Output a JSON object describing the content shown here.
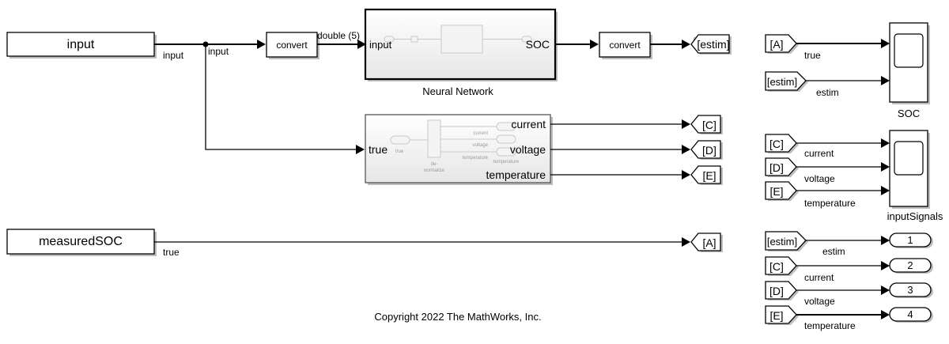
{
  "diagram": {
    "inports": [
      {
        "name": "input",
        "signal": "input"
      },
      {
        "name": "measuredSOC",
        "signal": "true"
      }
    ],
    "branch_signal": "input",
    "convert_in": {
      "label": "convert",
      "out_signal": "double (5)"
    },
    "neural_network": {
      "title": "Neural Network",
      "in_port": "input",
      "out_port": "SOC"
    },
    "convert_out": {
      "label": "convert"
    },
    "goto_estim": "[estim]",
    "denormalize": {
      "in_port": "true",
      "out_ports": [
        "current",
        "voltage",
        "temperature"
      ],
      "inner": {
        "inport": "true",
        "block": "de-\nnormalize",
        "block_line1": "de-",
        "block_line2": "normalize",
        "signals": [
          "current",
          "voltage",
          "temperature"
        ],
        "outport_hint": "temperature"
      }
    },
    "gotos": [
      "[C]",
      "[D]",
      "[E]",
      "[A]"
    ],
    "scope_soc": {
      "title": "SOC",
      "froms": [
        {
          "tag": "[A]",
          "signal": "true"
        },
        {
          "tag": "[estim]",
          "signal": "estim"
        }
      ]
    },
    "scope_inputs": {
      "title": "inputSignals",
      "froms": [
        {
          "tag": "[C]",
          "signal": "current"
        },
        {
          "tag": "[D]",
          "signal": "voltage"
        },
        {
          "tag": "[E]",
          "signal": "temperature"
        }
      ]
    },
    "outports": [
      {
        "tag": "[estim]",
        "signal": "estim",
        "number": "1"
      },
      {
        "tag": "[C]",
        "signal": "current",
        "number": "2"
      },
      {
        "tag": "[D]",
        "signal": "voltage",
        "number": "3"
      },
      {
        "tag": "[E]",
        "signal": "temperature",
        "number": "4"
      }
    ],
    "copyright": "Copyright 2022 The MathWorks, Inc."
  }
}
